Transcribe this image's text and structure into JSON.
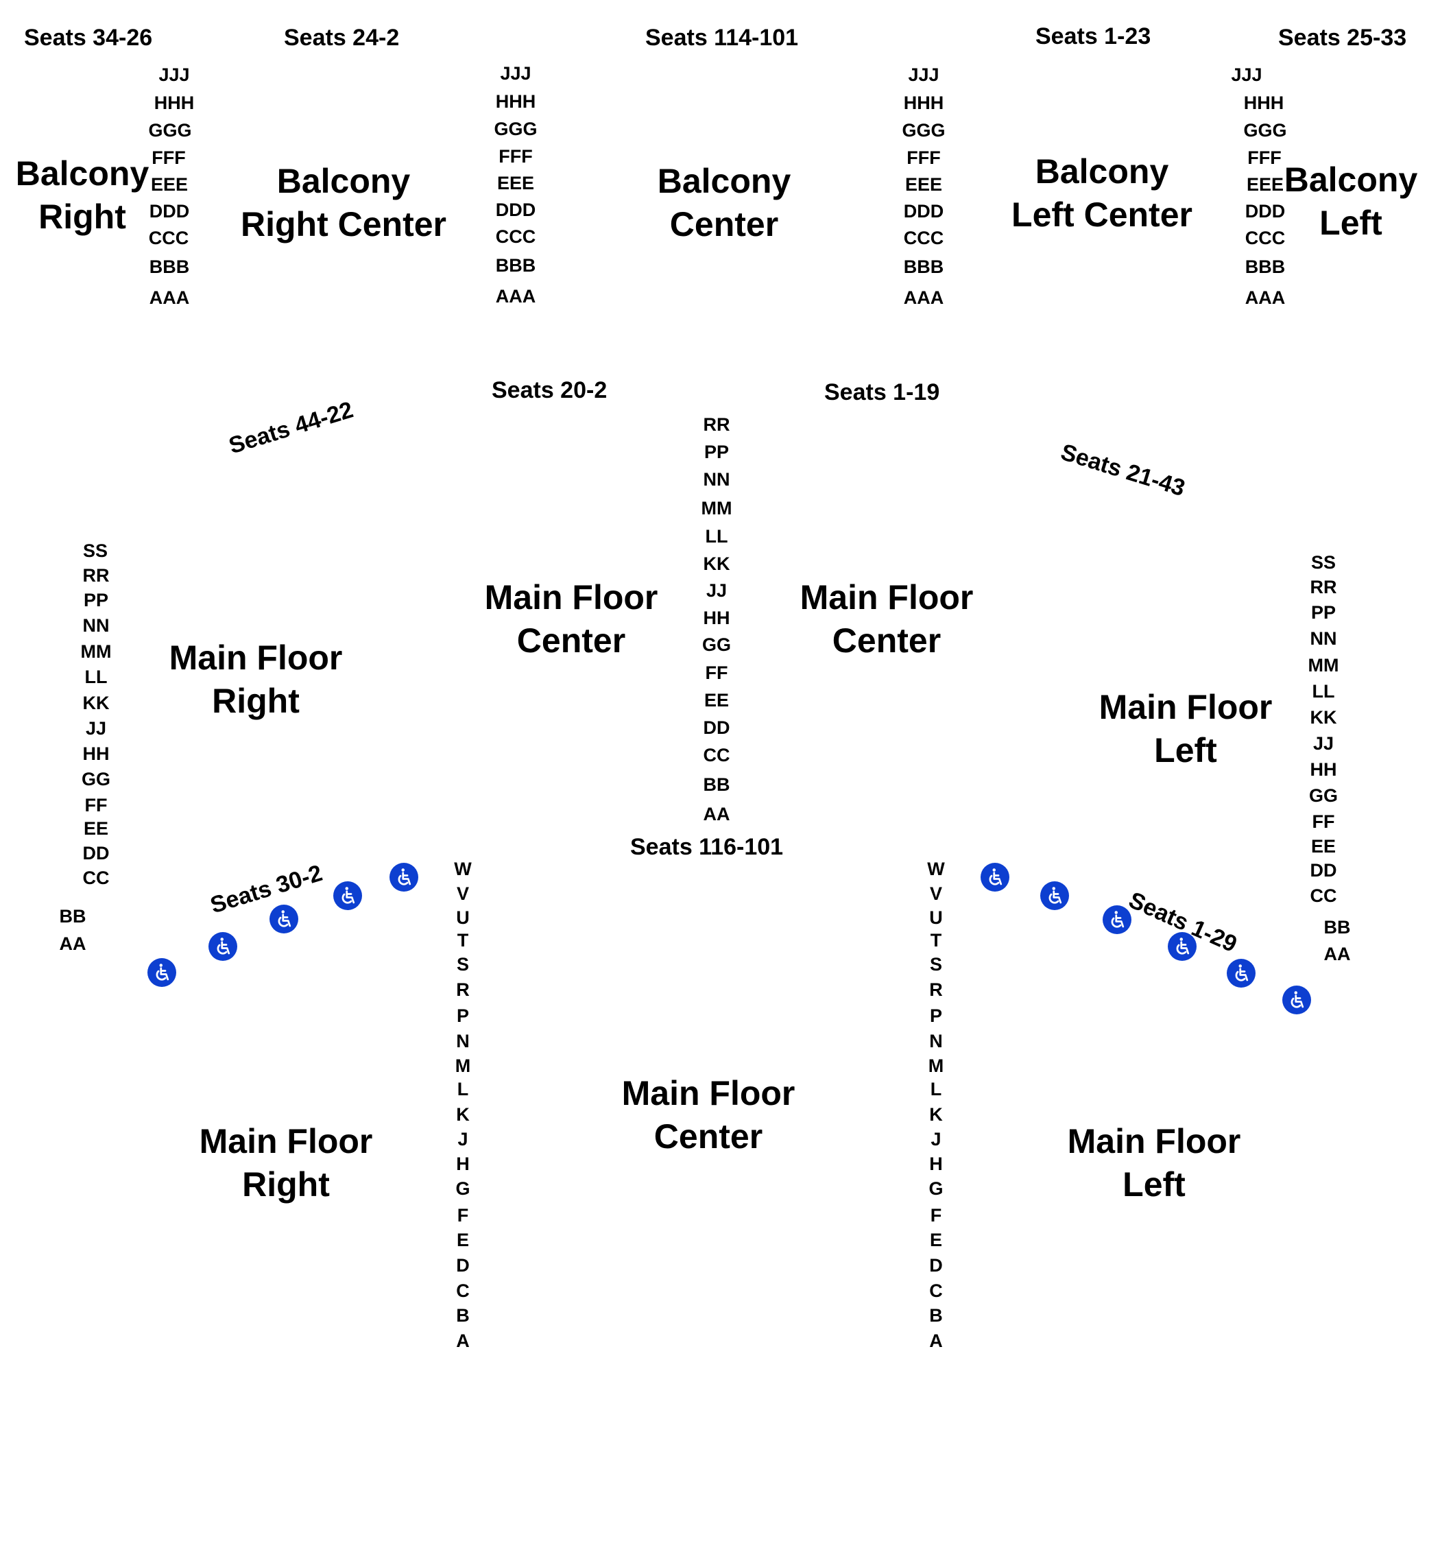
{
  "seat_ranges": {
    "balcony_right": "Seats 34-26",
    "balcony_right_center": "Seats 24-2",
    "balcony_center": "Seats 114-101",
    "balcony_left_center": "Seats 1-23",
    "balcony_left": "Seats 25-33",
    "main_center_upper_right_half": "Seats 20-2",
    "main_center_upper_left_half": "Seats 1-19",
    "main_right_upper": "Seats 44-22",
    "main_left_upper": "Seats 21-43",
    "main_center_lower": "Seats 116-101",
    "main_right_lower": "Seats 30-2",
    "main_left_lower": "Seats 1-29"
  },
  "sections": {
    "balcony_right": [
      "Balcony",
      "Right"
    ],
    "balcony_right_center": [
      "Balcony",
      "Right Center"
    ],
    "balcony_center": [
      "Balcony",
      "Center"
    ],
    "balcony_left_center": [
      "Balcony",
      "Left Center"
    ],
    "balcony_left": [
      "Balcony",
      "Left"
    ],
    "main_center_upper_a": [
      "Main Floor",
      "Center"
    ],
    "main_center_upper_b": [
      "Main Floor",
      "Center"
    ],
    "main_right_upper": [
      "Main Floor",
      "Right"
    ],
    "main_left_upper": [
      "Main Floor",
      "Left"
    ],
    "main_right_lower": [
      "Main Floor",
      "Right"
    ],
    "main_center_lower": [
      "Main Floor",
      "Center"
    ],
    "main_left_lower": [
      "Main Floor",
      "Left"
    ]
  },
  "row_lists": {
    "balcony": [
      "JJJ",
      "HHH",
      "GGG",
      "FFF",
      "EEE",
      "DDD",
      "CCC",
      "BBB",
      "AAA"
    ],
    "main_upper_center": [
      "RR",
      "PP",
      "NN",
      "MM",
      "LL",
      "KK",
      "JJ",
      "HH",
      "GG",
      "FF",
      "EE",
      "DD",
      "CC",
      "BB",
      "AA"
    ],
    "main_upper_sides": [
      "SS",
      "RR",
      "PP",
      "NN",
      "MM",
      "LL",
      "KK",
      "JJ",
      "HH",
      "GG",
      "FF",
      "EE",
      "DD",
      "CC",
      "BB",
      "AA"
    ],
    "main_lower": [
      "W",
      "V",
      "U",
      "T",
      "S",
      "R",
      "P",
      "N",
      "M",
      "L",
      "K",
      "J",
      "H",
      "G",
      "F",
      "E",
      "D",
      "C",
      "B",
      "A"
    ]
  },
  "wheelchair_icon": "wheelchair-accessible-icon",
  "colors": {
    "accessible": "#0d3fd0",
    "text": "#000000",
    "background": "#ffffff"
  }
}
